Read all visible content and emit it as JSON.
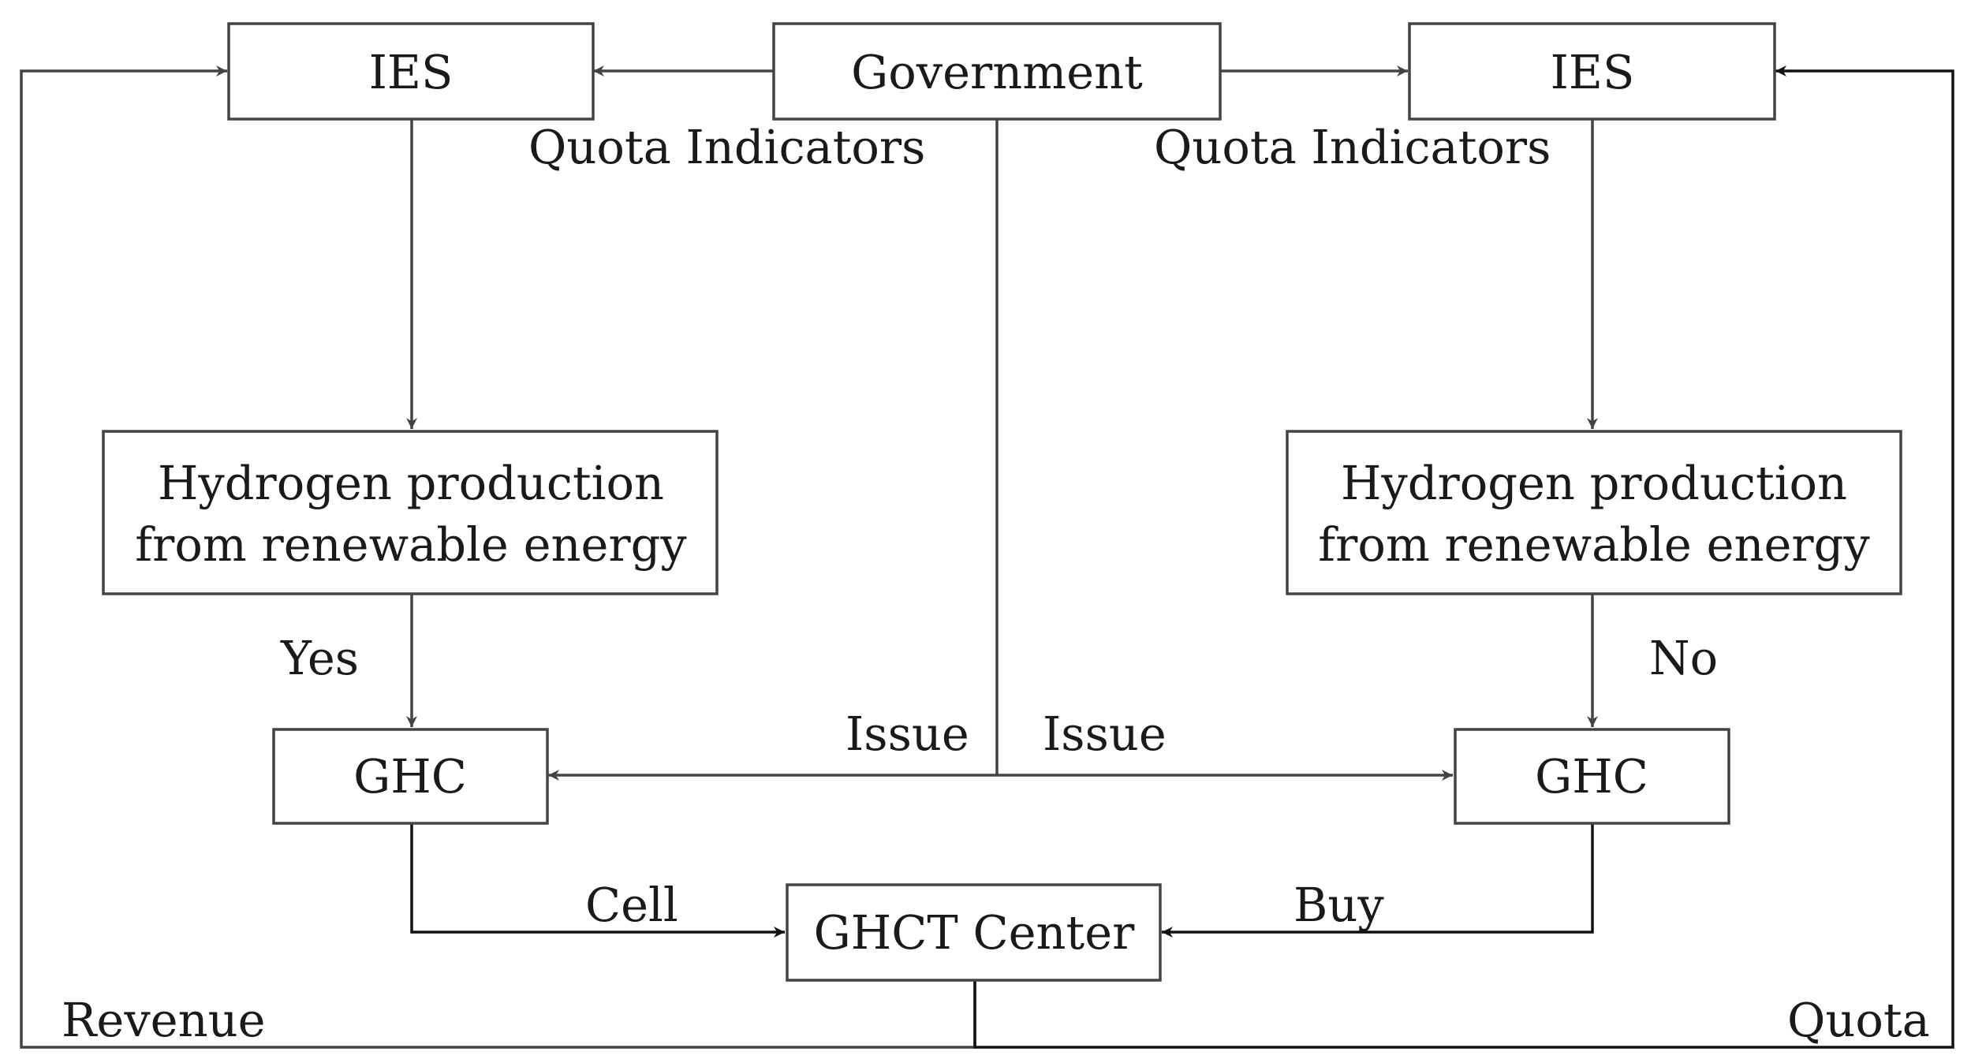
{
  "nodes": {
    "government": "Government",
    "ies_left": "IES",
    "ies_right": "IES",
    "hydrogen_left": [
      "Hydrogen production",
      "from renewable energy"
    ],
    "hydrogen_right": [
      "Hydrogen production",
      "from renewable energy"
    ],
    "ghc_left": "GHC",
    "ghc_right": "GHC",
    "ghct_center": "GHCT Center"
  },
  "edge_labels": {
    "quota_indicators_left": "Quota Indicators",
    "quota_indicators_right": "Quota Indicators",
    "yes": "Yes",
    "no": "No",
    "issue_left": "Issue",
    "issue_right": "Issue",
    "cell": "Cell",
    "buy": "Buy",
    "revenue": "Revenue",
    "quota": "Quota"
  },
  "colors": {
    "gray_line": "#444444",
    "dark_line": "#111111"
  }
}
